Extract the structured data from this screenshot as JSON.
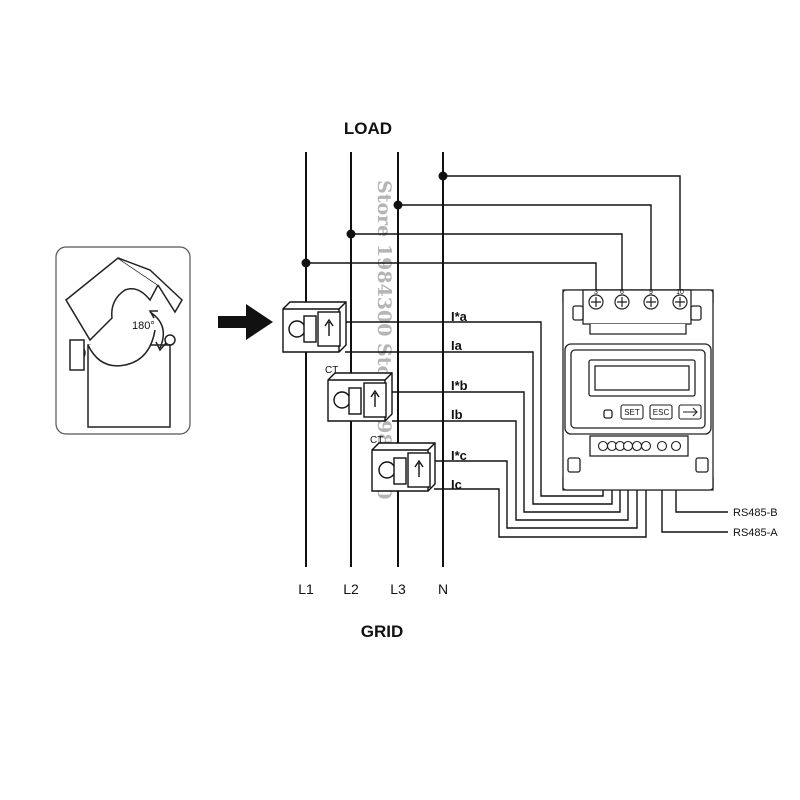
{
  "labels": {
    "load": "LOAD",
    "grid": "GRID",
    "angle": "180°",
    "ct_b": "CT",
    "ct_c": "CT"
  },
  "lines": [
    {
      "id": "l1",
      "label": "L1"
    },
    {
      "id": "l2",
      "label": "L2"
    },
    {
      "id": "l3",
      "label": "L3"
    },
    {
      "id": "n",
      "label": "N"
    }
  ],
  "ct_leads": [
    {
      "id": "ia-star",
      "label": "I*a"
    },
    {
      "id": "ia",
      "label": "Ia"
    },
    {
      "id": "ib-star",
      "label": "I*b"
    },
    {
      "id": "ib",
      "label": "Ib"
    },
    {
      "id": "ic-star",
      "label": "I*c"
    },
    {
      "id": "ic",
      "label": "Ic"
    }
  ],
  "meter": {
    "top_terminals": [
      "3",
      "6",
      "9",
      "10"
    ],
    "buttons": {
      "set": "SET",
      "esc": "ESC"
    },
    "rs485_b": "RS485-B",
    "rs485_a": "RS485-A"
  },
  "watermark": "Store 1984300 Store 1984300",
  "colors": {
    "line": "#111111",
    "watermark": "#b5b5b5"
  }
}
